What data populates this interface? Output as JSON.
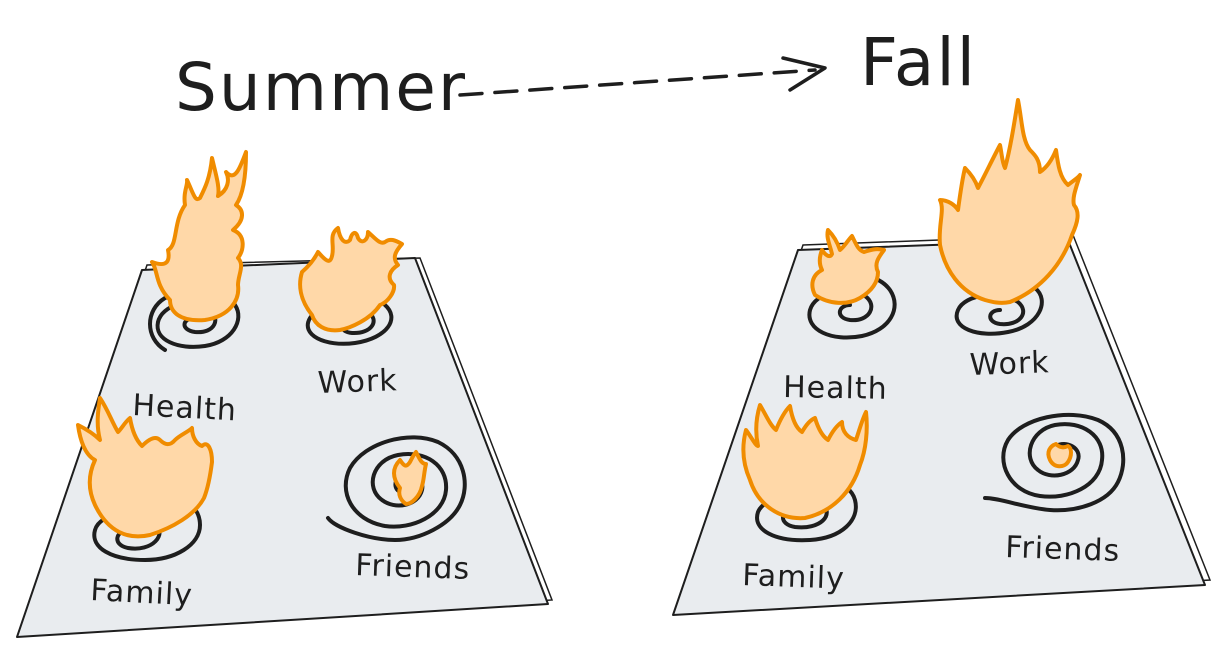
{
  "title": {
    "from": "Summer",
    "to": "Fall"
  },
  "colors": {
    "flame_fill": "#ffd8a8",
    "flame_stroke": "#f08c00",
    "board_fill": "#e9ecef",
    "ink": "#1e1e1e"
  },
  "panels": [
    {
      "season": "Summer",
      "burners": [
        {
          "label": "Health",
          "flame_level": 0.9
        },
        {
          "label": "Work",
          "flame_level": 0.5
        },
        {
          "label": "Family",
          "flame_level": 0.7
        },
        {
          "label": "Friends",
          "flame_level": 0.2
        }
      ]
    },
    {
      "season": "Fall",
      "burners": [
        {
          "label": "Health",
          "flame_level": 0.35
        },
        {
          "label": "Work",
          "flame_level": 1.0
        },
        {
          "label": "Family",
          "flame_level": 0.6
        },
        {
          "label": "Friends",
          "flame_level": 0.05
        }
      ]
    }
  ]
}
